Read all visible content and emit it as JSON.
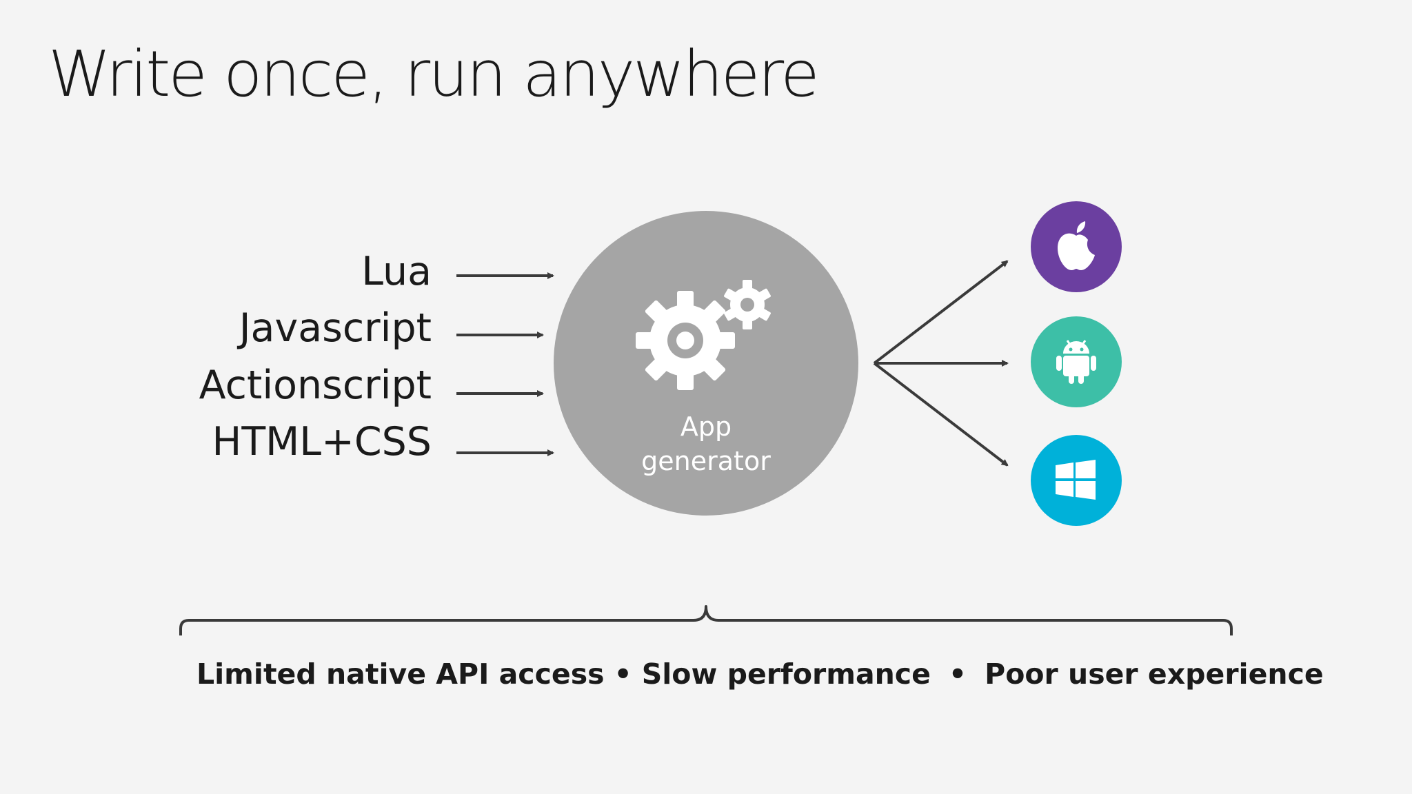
{
  "title": "Write once, run anywhere",
  "inputs": [
    "Lua",
    "Javascript",
    "Actionscript",
    "HTML+CSS"
  ],
  "center": {
    "line1": "App",
    "line2": "generator",
    "icon": "gears-icon",
    "color": "#a5a5a5"
  },
  "platforms": [
    {
      "name": "apple",
      "icon": "apple-icon",
      "color": "#6b3fa0"
    },
    {
      "name": "android",
      "icon": "android-icon",
      "color": "#3dbfa7"
    },
    {
      "name": "windows",
      "icon": "windows-icon",
      "color": "#00b1d9"
    }
  ],
  "footer": {
    "item1": "Limited native API access",
    "item2": "Slow performance",
    "item3": "Poor user experience",
    "separator": "•"
  }
}
